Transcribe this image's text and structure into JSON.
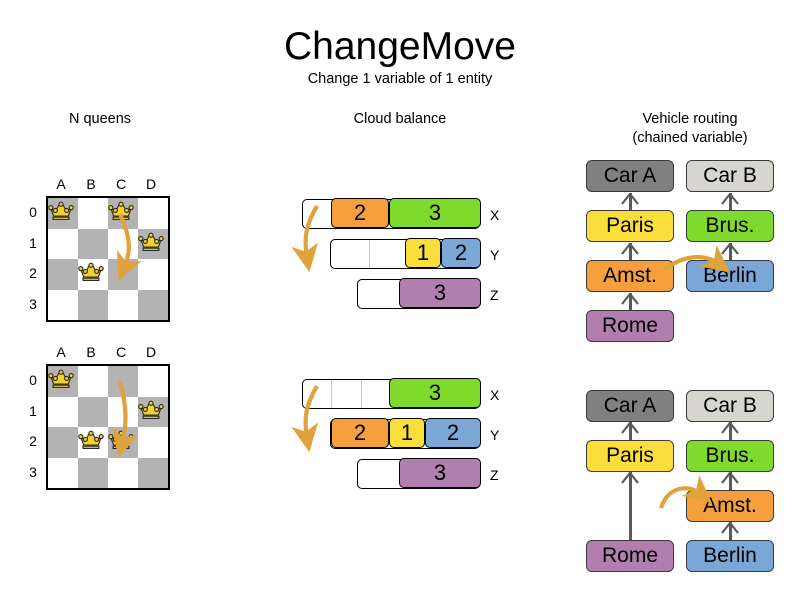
{
  "title": "ChangeMove",
  "subtitle": "Change 1 variable of 1 entity",
  "sections": {
    "nqueens": {
      "title": "N queens"
    },
    "cloud": {
      "title": "Cloud balance"
    },
    "routing": {
      "title": "Vehicle routing",
      "subtitle": "(chained variable)"
    }
  },
  "colors": {
    "orange": "#F5A03C",
    "green": "#7FDA2E",
    "yellow": "#FADF3C",
    "blue": "#7BA7D7",
    "purple": "#B07FB0",
    "gray_dark": "#808080",
    "gray_light": "#D6D6CE",
    "board_dark": "#B3B3B3",
    "board_light": "#FFFFFF",
    "arrow": "#E0A23C",
    "queen_gold": "#F2D22E",
    "edge": "#595959"
  },
  "chess": {
    "files": [
      "A",
      "B",
      "C",
      "D"
    ],
    "ranks": [
      "0",
      "1",
      "2",
      "3"
    ],
    "before": {
      "queens": [
        {
          "file": 0,
          "rank": 0
        },
        {
          "file": 2,
          "rank": 0
        },
        {
          "file": 3,
          "rank": 1
        },
        {
          "file": 1,
          "rank": 2
        }
      ]
    },
    "after": {
      "queens": [
        {
          "file": 0,
          "rank": 0
        },
        {
          "file": 3,
          "rank": 1
        },
        {
          "file": 1,
          "rank": 2
        },
        {
          "file": 2,
          "rank": 2
        }
      ]
    },
    "move": {
      "from": {
        "file": 2,
        "rank": 0
      },
      "to": {
        "file": 2,
        "rank": 2
      }
    }
  },
  "cloud": {
    "before": {
      "rows": [
        {
          "label": "X",
          "offset": 0,
          "width": 178,
          "segments": [
            {
              "value": "2",
              "color": "#F5A03C",
              "start": 28,
              "width": 58
            },
            {
              "value": "3",
              "color": "#7FDA2E",
              "start": 86,
              "width": 92
            }
          ],
          "dividers": []
        },
        {
          "label": "Y",
          "offset": 28,
          "width": 150,
          "segments": [
            {
              "value": "1",
              "color": "#FADF3C",
              "start": 74,
              "width": 36
            },
            {
              "value": "2",
              "color": "#7BA7D7",
              "start": 110,
              "width": 40
            }
          ],
          "dividers": [
            38
          ]
        },
        {
          "label": "Z",
          "offset": 55,
          "width": 123,
          "segments": [
            {
              "value": "3",
              "color": "#B07FB0",
              "start": 41,
              "width": 82
            }
          ],
          "dividers": []
        }
      ]
    },
    "after": {
      "rows": [
        {
          "label": "X",
          "offset": 0,
          "width": 178,
          "segments": [
            {
              "value": "3",
              "color": "#7FDA2E",
              "start": 86,
              "width": 92
            }
          ],
          "dividers": [
            28,
            58
          ]
        },
        {
          "label": "Y",
          "offset": 28,
          "width": 150,
          "segments": [
            {
              "value": "2",
              "color": "#F5A03C",
              "start": 0,
              "width": 58
            },
            {
              "value": "1",
              "color": "#FADF3C",
              "start": 58,
              "width": 36
            },
            {
              "value": "2",
              "color": "#7BA7D7",
              "start": 94,
              "width": 56
            }
          ],
          "dividers": []
        },
        {
          "label": "Z",
          "offset": 55,
          "width": 123,
          "segments": [
            {
              "value": "3",
              "color": "#B07FB0",
              "start": 41,
              "width": 82
            }
          ],
          "dividers": []
        }
      ]
    }
  },
  "routing": {
    "before": {
      "chains": [
        {
          "vehicle": {
            "label": "Car A",
            "color": "#808080"
          },
          "stops": [
            {
              "label": "Paris",
              "color": "#FADF3C"
            },
            {
              "label": "Amst.",
              "color": "#F5A03C"
            },
            {
              "label": "Rome",
              "color": "#B07FB0"
            }
          ]
        },
        {
          "vehicle": {
            "label": "Car B",
            "color": "#D6D6CE"
          },
          "stops": [
            {
              "label": "Brus.",
              "color": "#7FDA2E"
            },
            {
              "label": "Berlin",
              "color": "#7BA7D7"
            }
          ]
        }
      ]
    },
    "after": {
      "chains": [
        {
          "vehicle": {
            "label": "Car A",
            "color": "#808080"
          },
          "stops": [
            {
              "label": "Paris",
              "color": "#FADF3C"
            },
            {
              "label": "Rome",
              "color": "#B07FB0"
            }
          ]
        },
        {
          "vehicle": {
            "label": "Car B",
            "color": "#D6D6CE"
          },
          "stops": [
            {
              "label": "Brus.",
              "color": "#7FDA2E"
            },
            {
              "label": "Amst.",
              "color": "#F5A03C"
            },
            {
              "label": "Berlin",
              "color": "#7BA7D7"
            }
          ]
        }
      ]
    }
  }
}
